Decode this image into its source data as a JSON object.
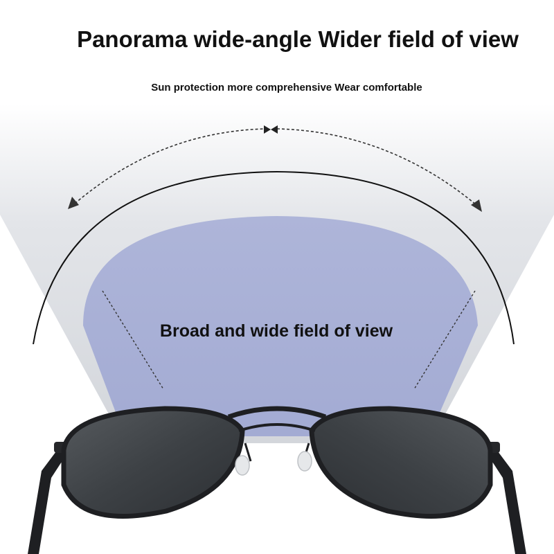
{
  "header": {
    "title": "Panorama wide-angle Wider field of view",
    "subtitle": "Sun protection more comprehensive Wear comfortable"
  },
  "diagram": {
    "inner_label": "Broad and wide field of view"
  },
  "colors": {
    "outer_cone": "#d6d8dd",
    "inner_cone": "#a9b0d6",
    "frame": "#1e1f22",
    "lens": "#3e4246",
    "text": "#111111"
  }
}
